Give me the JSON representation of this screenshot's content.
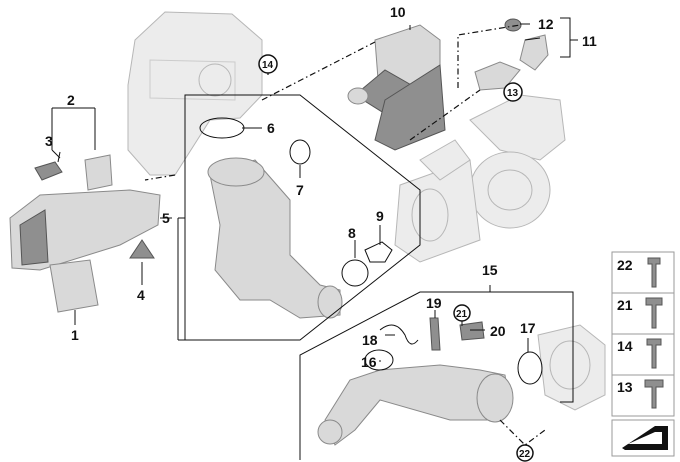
{
  "callouts": {
    "c1": "1",
    "c2": "2",
    "c3": "3",
    "c4": "4",
    "c5": "5",
    "c6": "6",
    "c7": "7",
    "c8": "8",
    "c9": "9",
    "c10": "10",
    "c11": "11",
    "c12": "12",
    "c13": "13",
    "c14": "14",
    "c15": "15",
    "c16": "16",
    "c17": "17",
    "c18": "18",
    "c19": "19",
    "c20": "20",
    "c21": "21",
    "c22": "22"
  },
  "fastener_panel": {
    "items": [
      {
        "label": "22"
      },
      {
        "label": "21"
      },
      {
        "label": "14"
      },
      {
        "label": "13"
      }
    ]
  },
  "colors": {
    "part_fill": "#d9d9d9",
    "line": "#111111",
    "panel_border": "#9a9a9a"
  }
}
